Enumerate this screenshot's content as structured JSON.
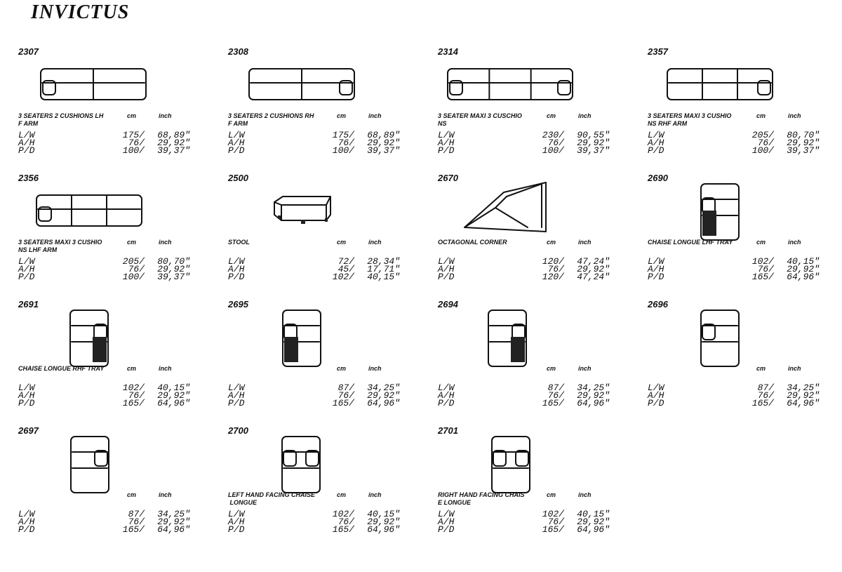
{
  "title": "INVICTUS",
  "units": {
    "cm": "cm",
    "inch": "inch"
  },
  "dim_labels": [
    "L/W",
    "A/H",
    "P/D"
  ],
  "products": [
    {
      "code": "2307",
      "desc": "3 SEATERS 2 CUSHIONS LH\nF ARM",
      "drawing": "sofa-lh-arm",
      "dims": [
        [
          "175/",
          "68,89\""
        ],
        [
          "76/",
          "29,92\""
        ],
        [
          "100/",
          "39,37\""
        ]
      ]
    },
    {
      "code": "2308",
      "desc": "3 SEATERS 2 CUSHIONS RH\nF ARM",
      "drawing": "sofa-rh-arm",
      "dims": [
        [
          "175/",
          "68,89\""
        ],
        [
          "76/",
          "29,92\""
        ],
        [
          "100/",
          "39,37\""
        ]
      ]
    },
    {
      "code": "2314",
      "desc": "3 SEATER MAXI 3 CUSCHIO\nNS",
      "drawing": "sofa-both-arms",
      "dims": [
        [
          "230/",
          "90,55\""
        ],
        [
          "76/",
          "29,92\""
        ],
        [
          "100/",
          "39,37\""
        ]
      ]
    },
    {
      "code": "2357",
      "desc": "3 SEATERS MAXI 3 CUSHIO\nNS RHF ARM",
      "drawing": "sofa3-rh-arm",
      "dims": [
        [
          "205/",
          "80,70\""
        ],
        [
          "76/",
          "29,92\""
        ],
        [
          "100/",
          "39,37\""
        ]
      ]
    },
    {
      "code": "2356",
      "desc": "3 SEATERS MAXI 3 CUSHIO\nNS LHF ARM",
      "drawing": "sofa3-lh-arm",
      "dims": [
        [
          "205/",
          "80,70\""
        ],
        [
          "76/",
          "29,92\""
        ],
        [
          "100/",
          "39,37\""
        ]
      ]
    },
    {
      "code": "2500",
      "desc": "STOOL",
      "drawing": "stool",
      "dims": [
        [
          "72/",
          "28,34\""
        ],
        [
          "45/",
          "17,71\""
        ],
        [
          "102/",
          "40,15\""
        ]
      ]
    },
    {
      "code": "2670",
      "desc": "OCTAGONAL CORNER",
      "drawing": "corner",
      "dims": [
        [
          "120/",
          "47,24\""
        ],
        [
          "76/",
          "29,92\""
        ],
        [
          "120/",
          "47,24\""
        ]
      ]
    },
    {
      "code": "2690",
      "desc": "CHAISE LONGUE LHF TRAY",
      "drawing": "chaise-tray-left",
      "dims": [
        [
          "102/",
          "40,15\""
        ],
        [
          "76/",
          "29,92\""
        ],
        [
          "165/",
          "64,96\""
        ]
      ]
    },
    {
      "code": "2691",
      "desc": "CHAISE LONGUE RHF TRAY",
      "drawing": "chaise-tray-right",
      "dims": [
        [
          "102/",
          "40,15\""
        ],
        [
          "76/",
          "29,92\""
        ],
        [
          "165/",
          "64,96\""
        ]
      ]
    },
    {
      "code": "2695",
      "desc": "",
      "drawing": "chaise-tray-left-b",
      "dims": [
        [
          "87/",
          "34,25\""
        ],
        [
          "76/",
          "29,92\""
        ],
        [
          "165/",
          "64,96\""
        ]
      ]
    },
    {
      "code": "2694",
      "desc": "",
      "drawing": "chaise-tray-right-b",
      "dims": [
        [
          "87/",
          "34,25\""
        ],
        [
          "76/",
          "29,92\""
        ],
        [
          "165/",
          "64,96\""
        ]
      ]
    },
    {
      "code": "2696",
      "desc": "",
      "drawing": "chaise-left",
      "dims": [
        [
          "87/",
          "34,25\""
        ],
        [
          "76/",
          "29,92\""
        ],
        [
          "165/",
          "64,96\""
        ]
      ]
    },
    {
      "code": "2697",
      "desc": "",
      "drawing": "chaise-right",
      "dims": [
        [
          "87/",
          "34,25\""
        ],
        [
          "76/",
          "29,92\""
        ],
        [
          "165/",
          "64,96\""
        ]
      ]
    },
    {
      "code": "2700",
      "desc": "LEFT HAND FACING CHAISE\n LONGUE",
      "drawing": "chaise-both",
      "dims": [
        [
          "102/",
          "40,15\""
        ],
        [
          "76/",
          "29,92\""
        ],
        [
          "165/",
          "64,96\""
        ]
      ]
    },
    {
      "code": "2701",
      "desc": "RIGHT HAND FACING CHAIS\nE LONGUE",
      "drawing": "chaise-both",
      "dims": [
        [
          "102/",
          "40,15\""
        ],
        [
          "76/",
          "29,92\""
        ],
        [
          "165/",
          "64,96\""
        ]
      ]
    }
  ]
}
